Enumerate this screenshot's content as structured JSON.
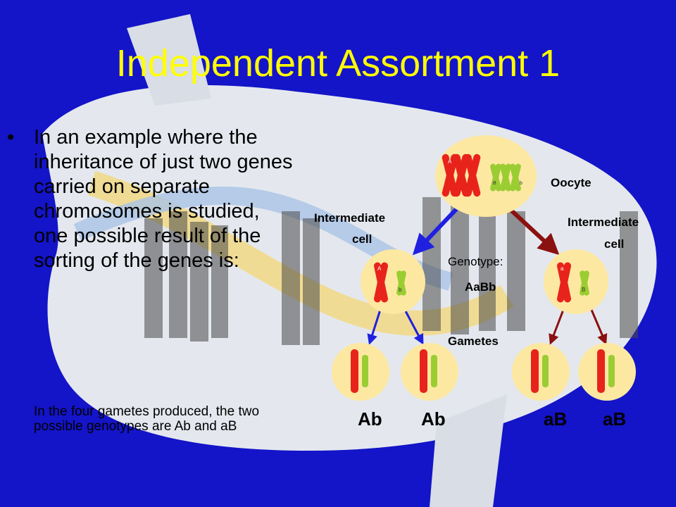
{
  "slide": {
    "title": "Independent Assortment 1",
    "bullet": "In an example where the inheritance of just two genes carried on separate chromosomes is studied, one possible result of the sorting of the genes is:",
    "note": "In the four gametes produced, the two possible genotypes are Ab and aB"
  },
  "diagram": {
    "oocyte_label": "Oocyte",
    "intermediate_left_line1": "Intermediate",
    "intermediate_left_line2": "cell",
    "intermediate_right_line1": "Intermediate",
    "intermediate_right_line2": "cell",
    "genotype_label": "Genotype:",
    "genotype_value": "AaBb",
    "gametes_label": "Gametes",
    "gametes": [
      "Ab",
      "Ab",
      "aB",
      "aB"
    ],
    "allele_letters": {
      "oocyte_red": "A",
      "oocyte_green": "B",
      "oocyte_green_b": "b",
      "left_red": "A",
      "left_green": "b",
      "right_red": "a",
      "right_green": "B"
    }
  },
  "colors": {
    "background": "#1414c8",
    "title": "#ffff00",
    "chromosome_red": "#e8231b",
    "chromosome_green": "#9acd32",
    "cell": "#fde8a2",
    "arrow_blue": "#2020e0",
    "arrow_red": "#8b1010"
  }
}
